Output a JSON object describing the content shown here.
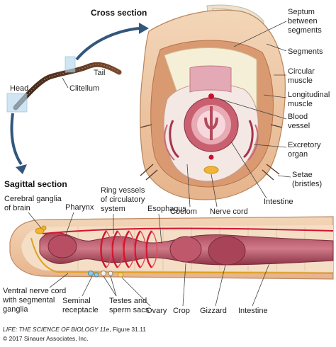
{
  "headings": {
    "cross_section": "Cross section",
    "sagittal_section": "Sagittal section"
  },
  "worm_labels": {
    "head": "Head",
    "tail": "Tail",
    "clitellum": "Clitellum"
  },
  "cross_labels": {
    "septum": [
      "Septum",
      "between",
      "segments"
    ],
    "segments": "Segments",
    "circular_muscle": [
      "Circular",
      "muscle"
    ],
    "longitudinal_muscle": [
      "Longitudinal",
      "muscle"
    ],
    "blood_vessel": [
      "Blood",
      "vessel"
    ],
    "excretory_organ": [
      "Excretory",
      "organ"
    ],
    "setae": [
      "Setae",
      "(bristles)"
    ],
    "intestine": "Intestine",
    "nerve_cord": "Nerve cord",
    "coelom": "Coelom"
  },
  "sagittal_labels": {
    "cerebral_ganglia": [
      "Cerebral ganglia",
      "of brain"
    ],
    "pharynx": "Pharynx",
    "ring_vessels": [
      "Ring vessels",
      "of circulatory",
      "system"
    ],
    "esophagus": "Esophagus",
    "ventral_nerve_cord": [
      "Ventral nerve cord",
      "with segmental",
      "ganglia"
    ],
    "seminal_receptacle": [
      "Seminal",
      "receptacle"
    ],
    "testes_sperm_sacs": [
      "Testes and",
      "sperm sacs"
    ],
    "ovary": "Ovary",
    "crop": "Crop",
    "gizzard": "Gizzard",
    "intestine": "Intestine"
  },
  "caption": {
    "book": "LIFE: THE SCIENCE OF BIOLOGY 11e",
    "figure": ", Figure 31.11",
    "copyright": "© 2017 Sinauer Associates, Inc."
  }
}
